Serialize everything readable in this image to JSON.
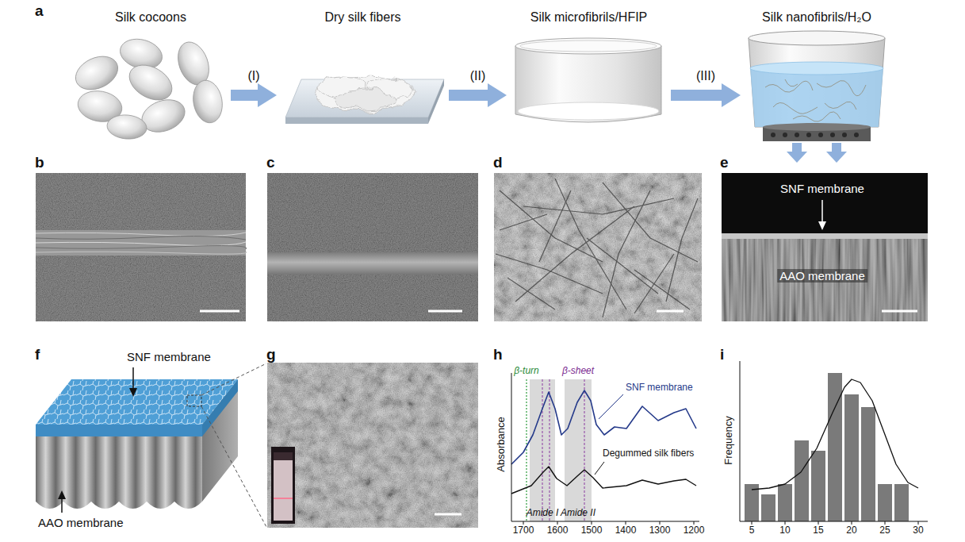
{
  "diagram": {
    "nodes": [
      {
        "text": [
          "Silk cocoons"
        ]
      },
      {
        "text": [
          "Dry silk fibers"
        ]
      },
      {
        "text": [
          "Silk microfibrils/HFIP"
        ]
      },
      {
        "text": [
          "Silk nanofibrils/H₂O"
        ]
      }
    ],
    "edges": [
      {
        "from": 0,
        "to": 1,
        "arrow": "to",
        "label": "(I)"
      },
      {
        "from": 1,
        "to": 2,
        "arrow": "to",
        "label": "(II)"
      },
      {
        "from": 2,
        "to": 3,
        "arrow": "to",
        "label": "(III)"
      }
    ],
    "labels": [
      "a",
      "b",
      "c",
      "d",
      "e",
      "f",
      "g",
      "h",
      "i",
      "SNF membrane",
      "AAO membrane",
      "SNF membrane",
      "AAO membrane",
      "β-turn",
      "β-sheet",
      "SNF membrane",
      "Degummed silk fibers",
      "Amide I",
      "Amide II",
      "Absorbance",
      "1700",
      "1600",
      "1500",
      "1400",
      "1300",
      "1200",
      "Frequency",
      "5",
      "10",
      "15",
      "20",
      "25",
      "30"
    ]
  }
}
